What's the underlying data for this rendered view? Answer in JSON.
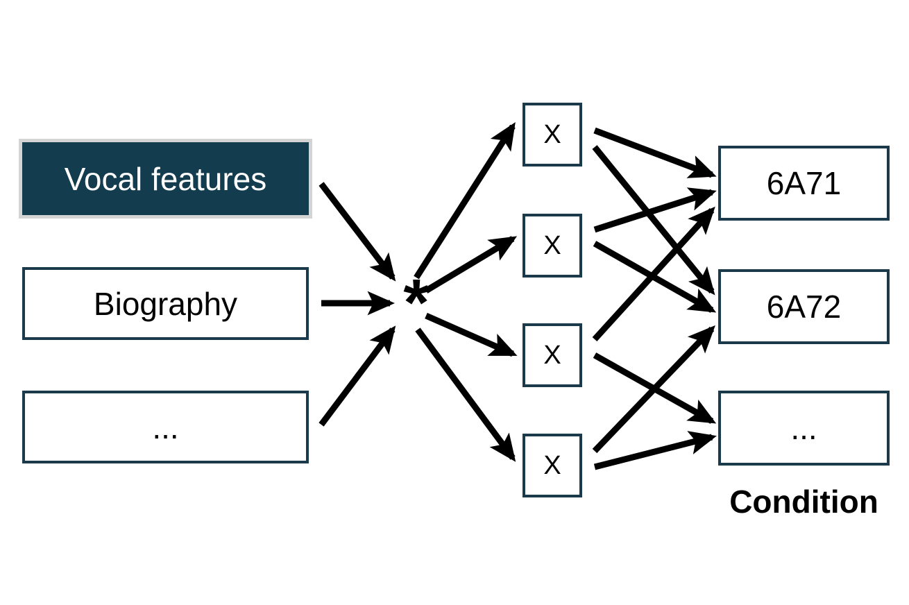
{
  "diagram": {
    "title": "Feature fusion to condition classification diagram",
    "colors": {
      "box_border": "#1B3B4D",
      "highlight_fill": "#133C4F",
      "highlight_outline": "#D4D4D4",
      "arrow": "#000000",
      "background": "#FFFFFF",
      "text": "#000000",
      "highlight_text": "#FFFFFF"
    },
    "inputs": [
      {
        "id": "vocal",
        "label": "Vocal features",
        "selected": true
      },
      {
        "id": "biography",
        "label": "Biography",
        "selected": false
      },
      {
        "id": "more-inputs",
        "label": "...",
        "selected": false
      }
    ],
    "fusion": {
      "symbol": "*",
      "symbol_name": "asterisk-fusion-operator"
    },
    "hidden_units": [
      {
        "id": "x1",
        "label": "X"
      },
      {
        "id": "x2",
        "label": "X"
      },
      {
        "id": "x3",
        "label": "X"
      },
      {
        "id": "x4",
        "label": "X"
      }
    ],
    "conditions": [
      {
        "id": "6a71",
        "label": "6A71"
      },
      {
        "id": "6a72",
        "label": "6A72"
      },
      {
        "id": "more-conditions",
        "label": "..."
      }
    ],
    "conditions_caption": "Condition",
    "edges": {
      "inputs_to_fusion": [
        {
          "from": "vocal",
          "to": "fusion"
        },
        {
          "from": "biography",
          "to": "fusion"
        },
        {
          "from": "more-inputs",
          "to": "fusion"
        }
      ],
      "fusion_to_hidden": [
        {
          "from": "fusion",
          "to": "x1"
        },
        {
          "from": "fusion",
          "to": "x2"
        },
        {
          "from": "fusion",
          "to": "x3"
        },
        {
          "from": "fusion",
          "to": "x4"
        }
      ],
      "hidden_to_conditions": [
        {
          "from": "x1",
          "to": "6a71"
        },
        {
          "from": "x1",
          "to": "6a72"
        },
        {
          "from": "x2",
          "to": "6a71"
        },
        {
          "from": "x2",
          "to": "6a72"
        },
        {
          "from": "x3",
          "to": "6a71"
        },
        {
          "from": "x3",
          "to": "more-conditions"
        },
        {
          "from": "x4",
          "to": "6a72"
        },
        {
          "from": "x4",
          "to": "more-conditions"
        }
      ]
    }
  }
}
